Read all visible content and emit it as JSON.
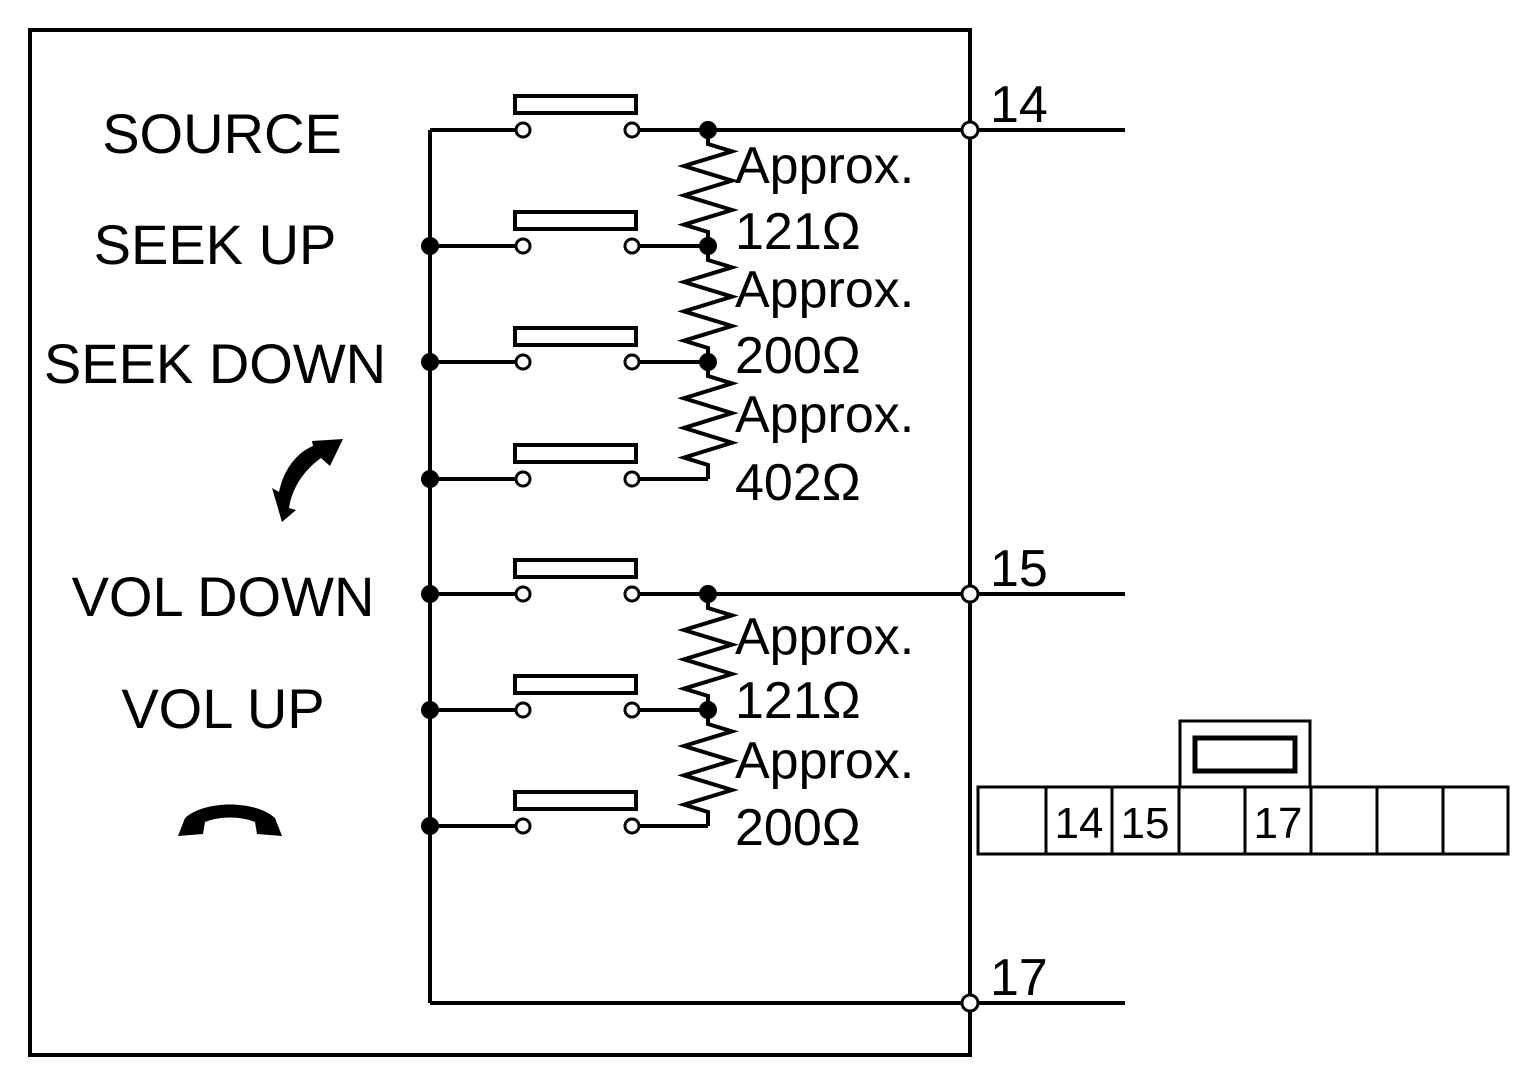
{
  "switches": [
    {
      "label": "SOURCE"
    },
    {
      "label": "SEEK UP"
    },
    {
      "label": "SEEK DOWN"
    },
    {
      "label": "",
      "icon": "phone-pickup-icon"
    },
    {
      "label": "VOL DOWN"
    },
    {
      "label": "VOL UP"
    },
    {
      "label": "",
      "icon": "phone-hangup-icon"
    }
  ],
  "resistors": [
    {
      "approx": "Approx.",
      "value": "121Ω"
    },
    {
      "approx": "Approx.",
      "value": "200Ω"
    },
    {
      "approx": "Approx.",
      "value": "402Ω"
    },
    {
      "approx": "Approx.",
      "value": "121Ω"
    },
    {
      "approx": "Approx.",
      "value": "200Ω"
    }
  ],
  "terminals": [
    "14",
    "15",
    "17"
  ],
  "connector": {
    "cells": [
      "",
      "14",
      "15",
      "",
      "17",
      "",
      "",
      ""
    ]
  }
}
